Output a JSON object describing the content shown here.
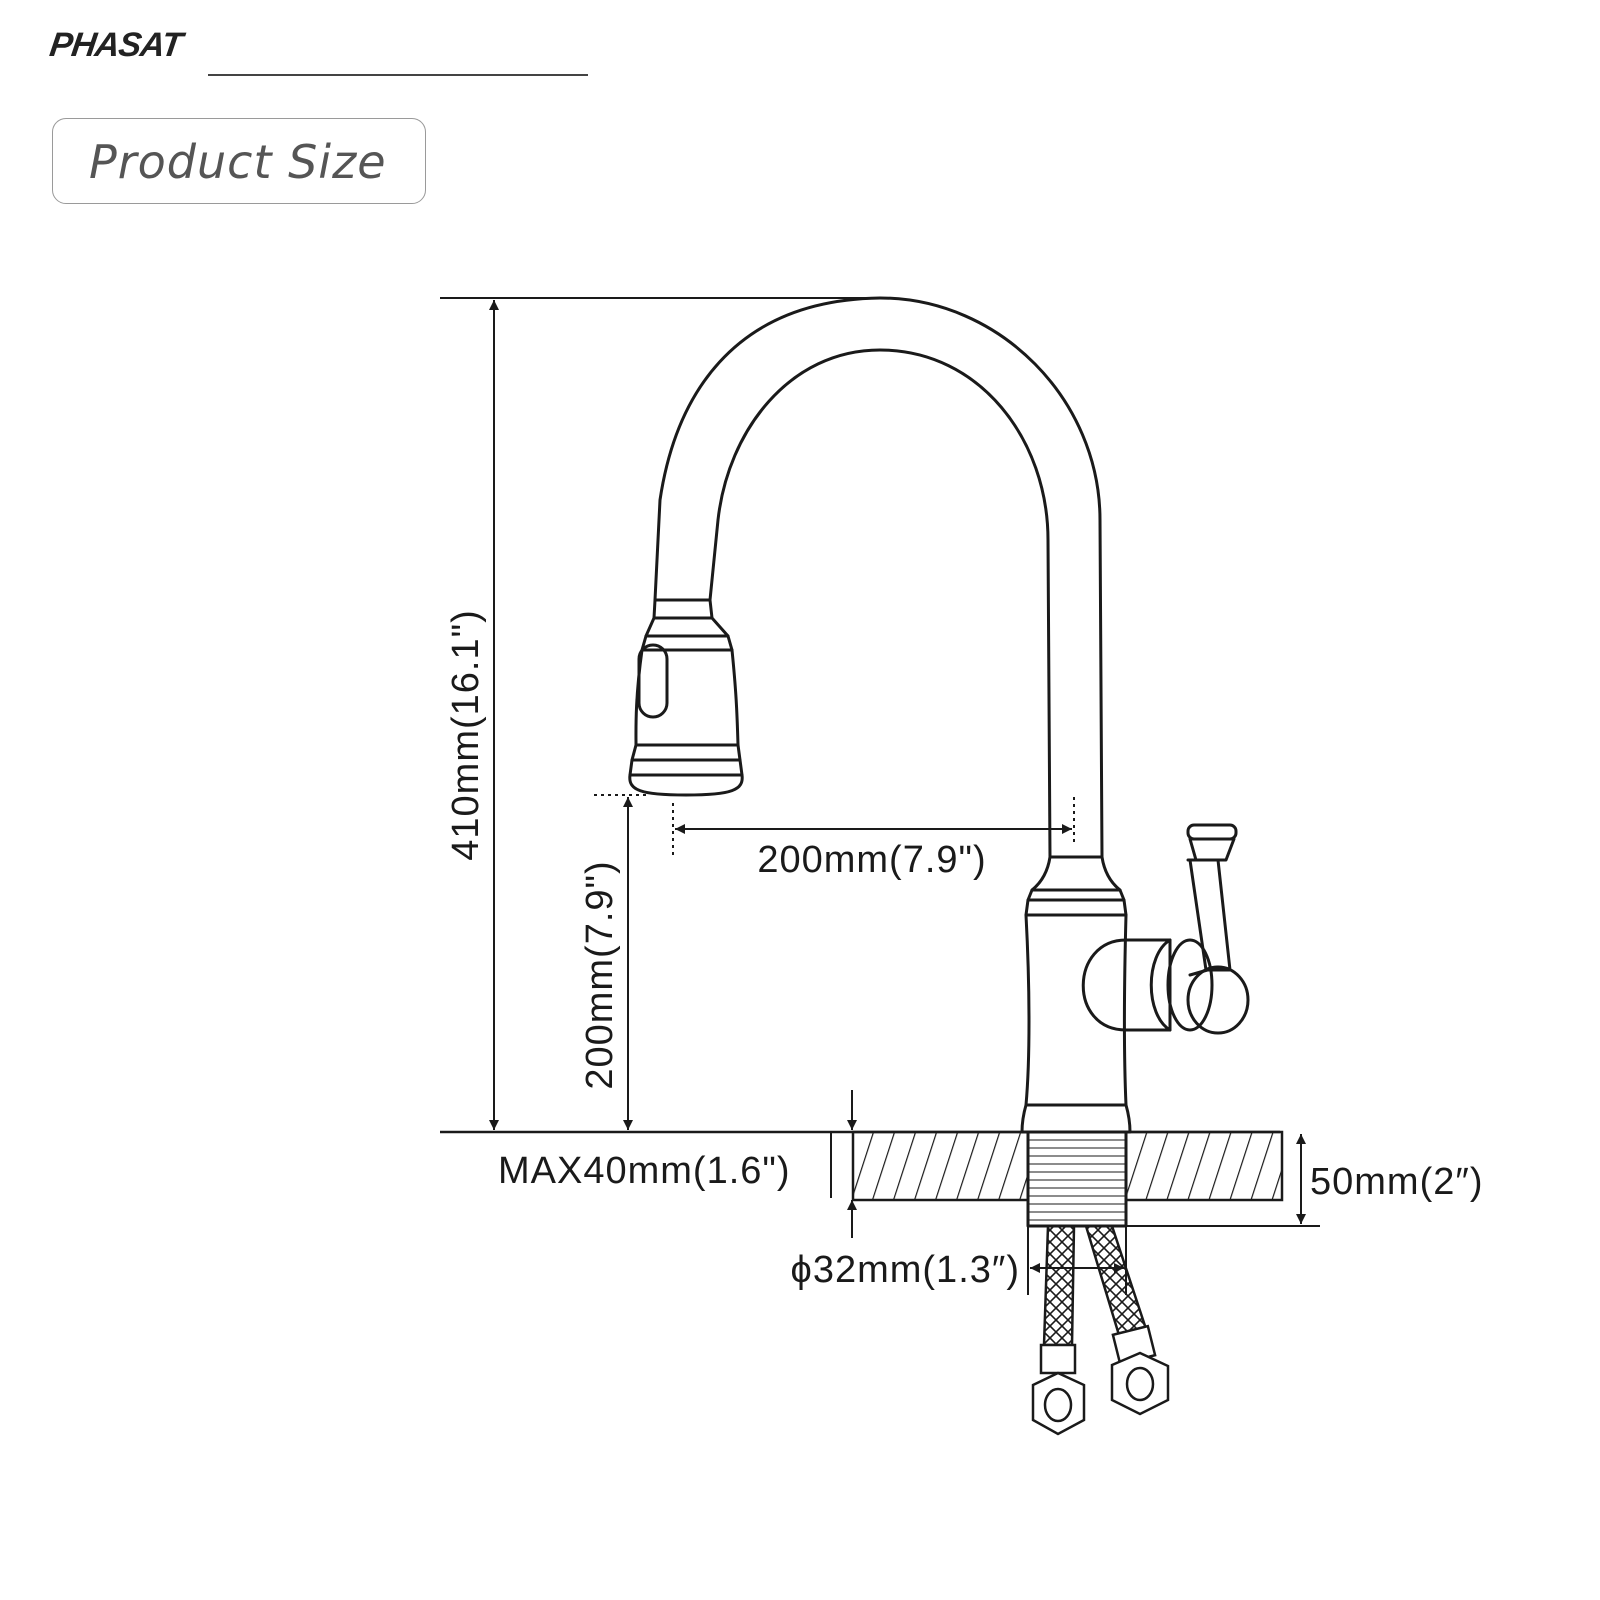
{
  "brand": {
    "logo_text": "PHASAT"
  },
  "section": {
    "title": "Product Size"
  },
  "dimensions": {
    "total_height": "410mm(16.1\")",
    "spout_height": "200mm(7.9\")",
    "spout_reach": "200mm(7.9\")",
    "max_deck_thickness": "MAX40mm(1.6\")",
    "shank_length": "50mm(2″)",
    "hole_diameter": "ϕ32mm(1.3″)"
  },
  "colors": {
    "line": "#1a1a1a",
    "frame": "#9a9a9a",
    "title": "#555555"
  }
}
